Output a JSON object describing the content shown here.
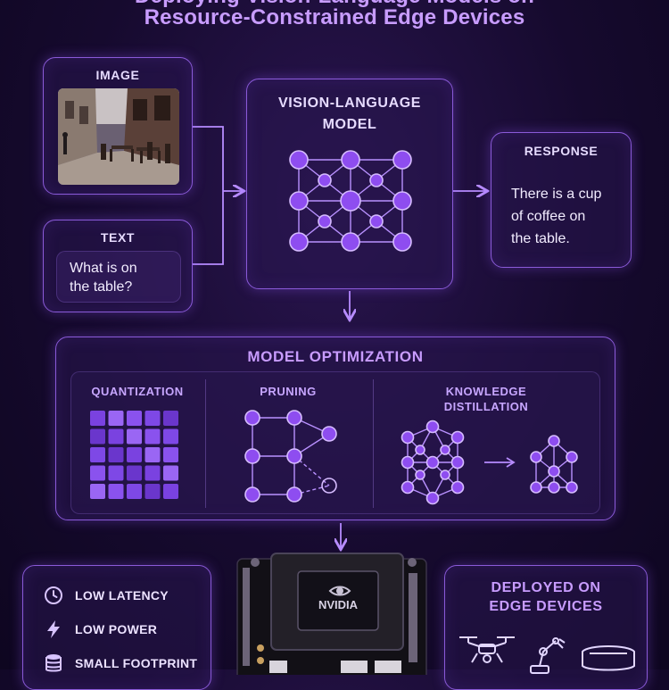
{
  "title": {
    "line1": "Deploying Vision-Language Models on",
    "line2": "Resource-Constrained Edge Devices"
  },
  "input_image": {
    "label": "IMAGE"
  },
  "input_text": {
    "label": "TEXT",
    "line1": "What is on",
    "line2": "the table?"
  },
  "model": {
    "label_line1": "VISION-LANGUAGE",
    "label_line2": "MODEL"
  },
  "response": {
    "label": "RESPONSE",
    "line1": "There is a cup",
    "line2": "of coffee on",
    "line3": "the table."
  },
  "optimization": {
    "title": "MODEL OPTIMIZATION",
    "sections": [
      {
        "label": "QUANTIZATION"
      },
      {
        "label": "PRUNING"
      },
      {
        "label_line1": "KNOWLEDGE",
        "label_line2": "DISTILLATION"
      }
    ]
  },
  "benefits": [
    {
      "icon": "clock-icon",
      "label": "LOW LATENCY"
    },
    {
      "icon": "lightning-icon",
      "label": "LOW POWER"
    },
    {
      "icon": "database-icon",
      "label": "SMALL FOOTPRINT"
    }
  ],
  "hardware": {
    "chip_brand": "NVIDIA"
  },
  "deployment": {
    "label_line1": "DEPLOYED ON",
    "label_line2": "EDGE DEVICES"
  },
  "colors": {
    "accent": "#9b5cff",
    "node": "#8e4df0",
    "title": "#c89cff",
    "background": "#160a2e"
  }
}
